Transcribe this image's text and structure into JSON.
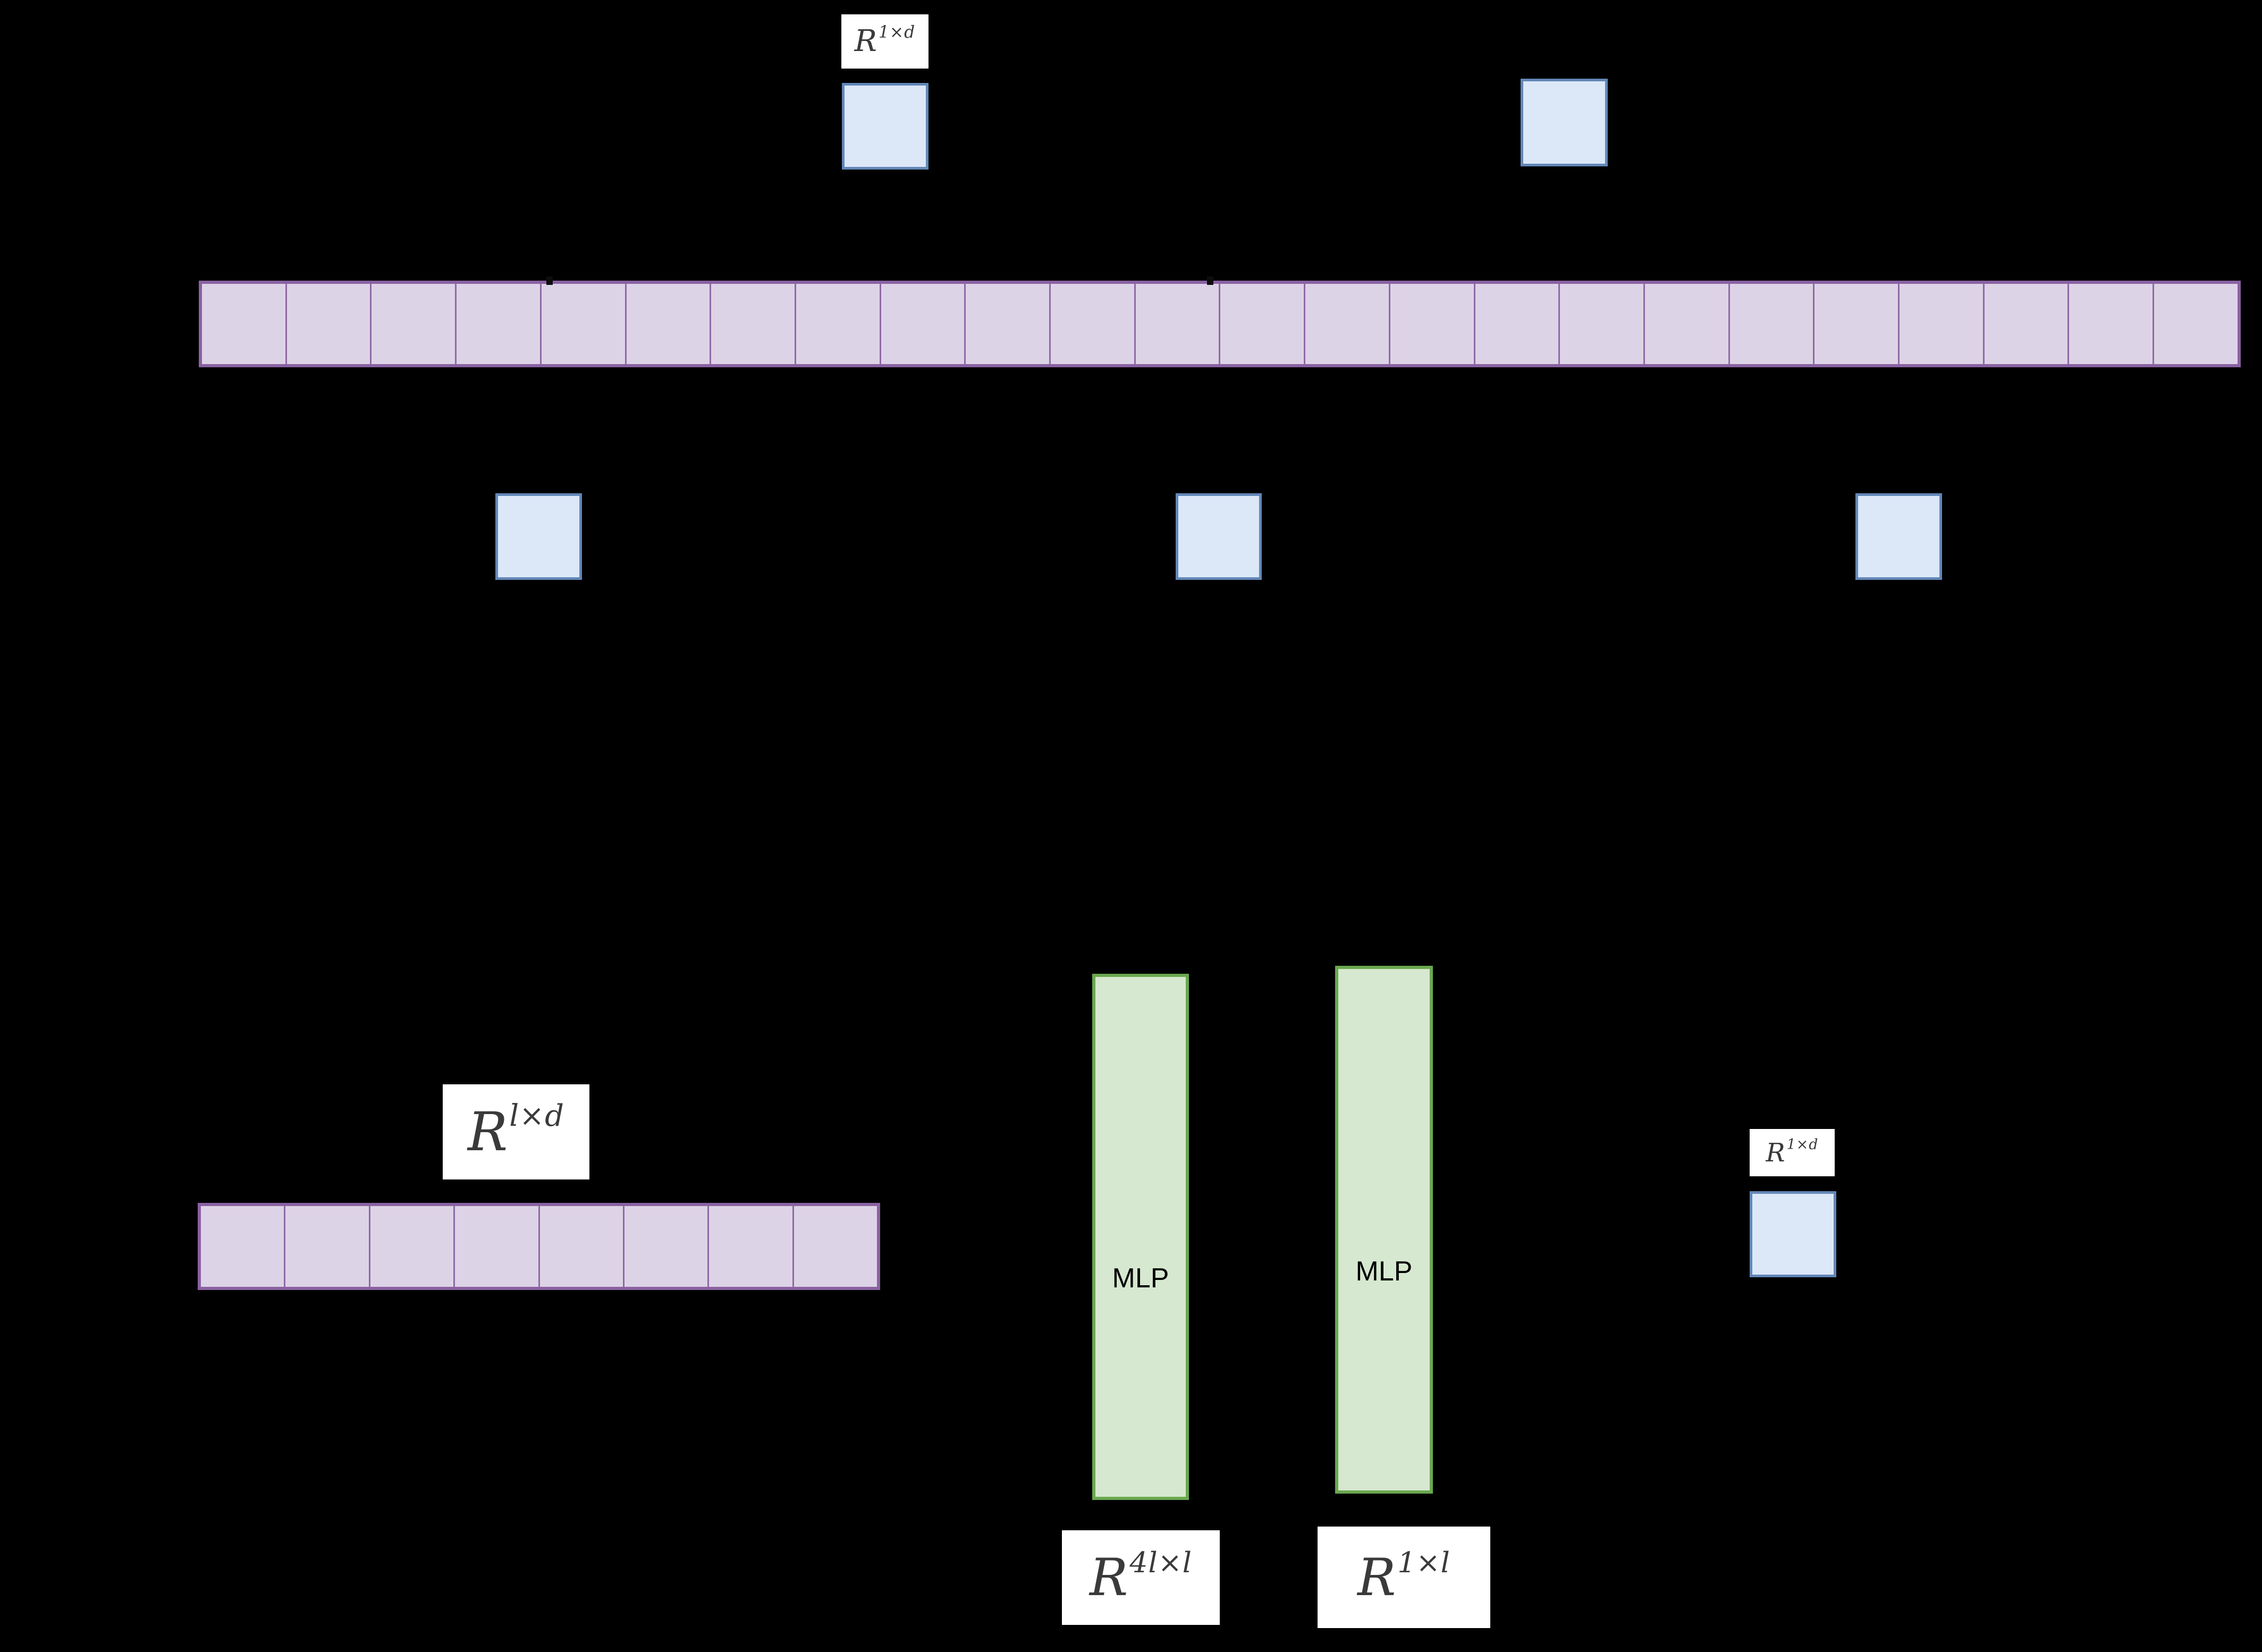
{
  "background": "#000000",
  "colors": {
    "bar_fill": "#ddd3e6",
    "bar_border": "#9069a8",
    "bar_outline": "#8a61a2",
    "square_fill": "#dce8f8",
    "square_border": "#6287b8",
    "mlp_fill": "#d6e8cf",
    "mlp_border": "#6aa84f",
    "label_bg": "#ffffff",
    "label_text": "#3a3a3a",
    "tick": "#0d0d0d"
  },
  "labels": {
    "top_vector": {
      "base": "R",
      "sup": "1×d"
    },
    "matrix": {
      "base": "R",
      "sup": "l×d"
    },
    "mlp_weights": {
      "base": "R",
      "sup": "4l×l"
    },
    "mlp_out": {
      "base": "R",
      "sup": "1×l"
    },
    "right_vector": {
      "base": "R",
      "sup": "1×d"
    }
  },
  "mlp": {
    "label1": "MLP",
    "label2": "MLP"
  },
  "bars": {
    "top_row_cells": 24,
    "bottom_row_cells": 8
  }
}
